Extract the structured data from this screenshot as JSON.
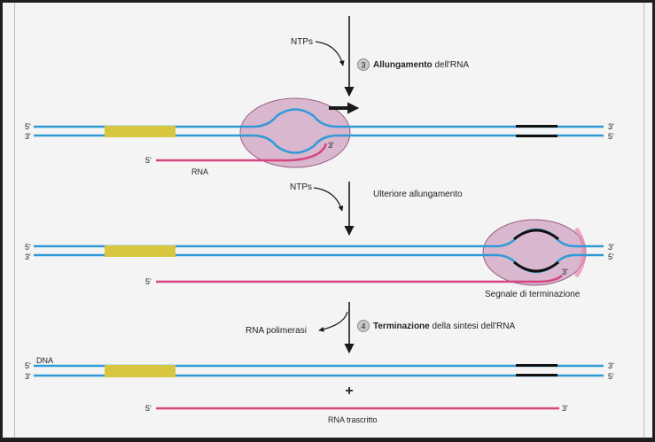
{
  "colors": {
    "page_bg": "#f4f4f4",
    "dna_strand": "#2f9ad6",
    "rna_strand": "#d6457f",
    "promoter": "#d8c640",
    "terminator": "#111111",
    "polymerase_fill": "#d8b7cf",
    "polymerase_edge": "#9b5f86",
    "arrow": "#1a1a1a"
  },
  "step3": {
    "label_ntps": "NTPs",
    "number": "3",
    "title_bold": "Allungamento",
    "title_rest": " dell'RNA",
    "dna_left_top": "5'",
    "dna_left_bottom": "3'",
    "dna_right_top": "3'",
    "dna_right_bottom": "5'",
    "rna_5prime": "5'",
    "rna_3prime": "3'",
    "rna_label": "RNA"
  },
  "step_mid": {
    "label_ntps": "NTPs",
    "label": "Ulteriore allungamento",
    "dna_left_top": "5'",
    "dna_left_bottom": "3'",
    "dna_right_top": "3'",
    "dna_right_bottom": "5'",
    "rna_5prime": "5'",
    "rna_3prime": "3'",
    "termination_signal": "Segnale di terminazione"
  },
  "step4": {
    "label_polymerase": "RNA polimerasi",
    "number": "4",
    "title_bold": "Terminazione",
    "title_rest": " della sintesi dell'RNA",
    "dna_label": "DNA",
    "dna_left_top": "5'",
    "dna_left_bottom": "3'",
    "dna_right_top": "3'",
    "dna_right_bottom": "5'",
    "plus": "+",
    "rna_5prime": "5'",
    "rna_3prime": "3'",
    "rna_label": "RNA trascritto"
  }
}
